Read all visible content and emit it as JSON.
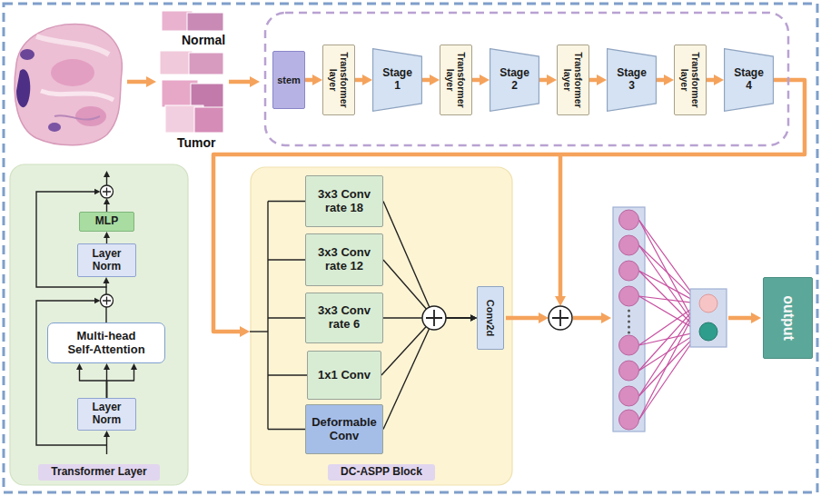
{
  "diagram": {
    "nodes": [
      {
        "text": [
          "stem"
        ]
      },
      {
        "text": [
          "Transformer layer"
        ]
      },
      {
        "text": [
          "Stage 1"
        ]
      },
      {
        "text": [
          "Transformer layer"
        ]
      },
      {
        "text": [
          "Stage 2"
        ]
      },
      {
        "text": [
          "Transformer layer"
        ]
      },
      {
        "text": [
          "Stage 3"
        ]
      },
      {
        "text": [
          "Transformer layer"
        ]
      },
      {
        "text": [
          "Stage 4"
        ]
      },
      {
        "text": [
          "Transformer Layer"
        ]
      },
      {
        "text": [
          "MLP"
        ],
        "in": 9
      },
      {
        "text": [
          "Layer Norm"
        ],
        "in": 9
      },
      {
        "text": [
          "Multi-head Self-Attention"
        ],
        "in": 9
      },
      {
        "text": [
          "Layer Norm"
        ],
        "in": 9
      },
      {
        "text": [
          "DC-ASPP Block"
        ]
      },
      {
        "text": [
          "3x3 Conv rate 18"
        ],
        "in": 14
      },
      {
        "text": [
          "3x3 Conv rate 12"
        ],
        "in": 14
      },
      {
        "text": [
          "3x3 Conv rate 6"
        ],
        "in": 14
      },
      {
        "text": [
          "1x1 Conv"
        ],
        "in": 14
      },
      {
        "text": [
          "Deformable Conv"
        ],
        "in": 14
      },
      {
        "text": [
          "Conv2d"
        ],
        "in": 14
      },
      {
        "text": [
          "output"
        ]
      }
    ],
    "edges": [
      {
        "from": 0,
        "to": 1,
        "arrow": "to"
      },
      {
        "from": 1,
        "to": 2,
        "arrow": "to"
      },
      {
        "from": 2,
        "to": 3,
        "arrow": "to"
      },
      {
        "from": 3,
        "to": 4,
        "arrow": "to"
      },
      {
        "from": 4,
        "to": 5,
        "arrow": "to"
      },
      {
        "from": 5,
        "to": 6,
        "arrow": "to"
      },
      {
        "from": 6,
        "to": 7,
        "arrow": "to"
      },
      {
        "from": 7,
        "to": 8,
        "arrow": "to"
      },
      {
        "from": 8,
        "to": 14,
        "arrow": "to"
      },
      {
        "from": 13,
        "to": 12,
        "arrow": "to"
      },
      {
        "from": 13,
        "to": 12,
        "arrow": "to"
      },
      {
        "from": 13,
        "to": 12,
        "arrow": "to"
      },
      {
        "from": 12,
        "to": 11,
        "arrow": "to"
      },
      {
        "from": 11,
        "to": 10,
        "arrow": "to"
      },
      {
        "from": 15,
        "to": 20,
        "arrow": "to"
      },
      {
        "from": 16,
        "to": 20,
        "arrow": "to"
      },
      {
        "from": 17,
        "to": 20,
        "arrow": "to"
      },
      {
        "from": 18,
        "to": 20,
        "arrow": "to"
      },
      {
        "from": 19,
        "to": 20,
        "arrow": "to"
      }
    ],
    "labels": [
      "Normal",
      "Tumor"
    ]
  }
}
